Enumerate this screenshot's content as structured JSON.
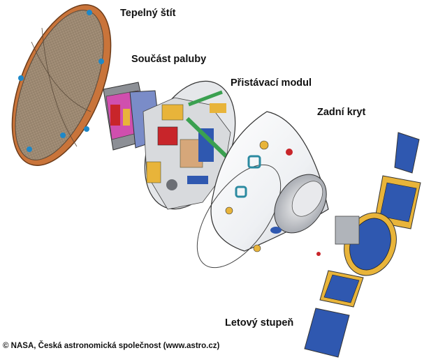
{
  "labels": {
    "heat_shield": "Tepelný štít",
    "deck_part": "Součást paluby",
    "lander": "Přistávací modul",
    "backshell": "Zadní kryt",
    "cruise_stage": "Letový stupeň"
  },
  "credit": "© NASA, Česká astronomická společnost (www.astro.cz)",
  "colors": {
    "shield_rim": "#c9743a",
    "shield_face": "#9d8a73",
    "panel": "#2f58b0",
    "gold": "#e8b43a",
    "green": "#3aa050",
    "magenta": "#d04fae",
    "red": "#c8252a"
  }
}
